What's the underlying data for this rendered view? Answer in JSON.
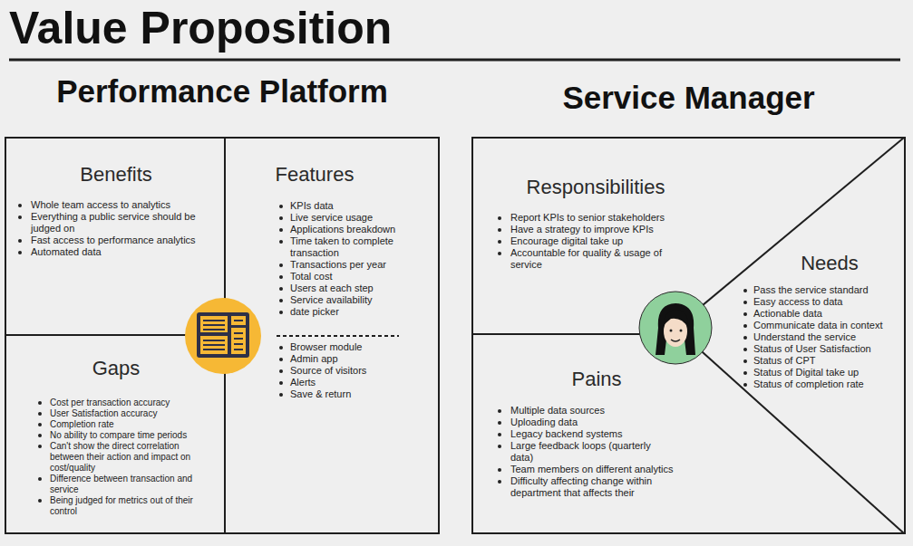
{
  "diagram": {
    "title": "Value Proposition",
    "nodes": [
      {
        "text": [
          "Performance Platform"
        ]
      },
      {
        "text": [
          "Benefits",
          "Whole team access to analytics",
          "Everything a public service should be judged on",
          "Fast access to performance analytics",
          "Automated data"
        ],
        "in": 0
      },
      {
        "text": [
          "Features",
          "KPIs data",
          "Live service usage",
          "Applications breakdown",
          "Time taken to complete transaction",
          "Transactions per year",
          "Total cost",
          "Users at each step",
          "Service availability",
          "date picker",
          "Browser module",
          "Admin app",
          "Source of visitors",
          "Alerts",
          "Save & return"
        ],
        "in": 0
      },
      {
        "text": [
          "Gaps",
          "Cost per transaction accuracy",
          "User Satisfaction accuracy",
          "Completion rate",
          "No ability to compare time periods",
          "Can't show the direct correlation between their action and impact on cost/quality",
          "Difference between transaction and service",
          "Being judged for metrics out of their control"
        ],
        "in": 0
      },
      {
        "text": [
          "Service Manager"
        ]
      },
      {
        "text": [
          "Responsibilities",
          "Report KPIs to senior stakeholders",
          "Have a strategy to improve KPIs",
          "Encourage digital take up",
          "Accountable for quality & usage of service"
        ],
        "in": 4
      },
      {
        "text": [
          "Needs",
          "Pass the service standard",
          "Easy access to data",
          "Actionable data",
          "Communicate data in context",
          "Understand the service",
          "Status of User Satisfaction",
          "Status of CPT",
          "Status of Digital take up",
          "Status of completion rate"
        ],
        "in": 4
      },
      {
        "text": [
          "Pains",
          "Multiple data sources",
          "Uploading data",
          "Legacy backend systems",
          "Large feedback loops (quarterly data)",
          "Team members on different analytics",
          "Difficulty affecting change within department that affects their"
        ],
        "in": 4
      }
    ]
  }
}
